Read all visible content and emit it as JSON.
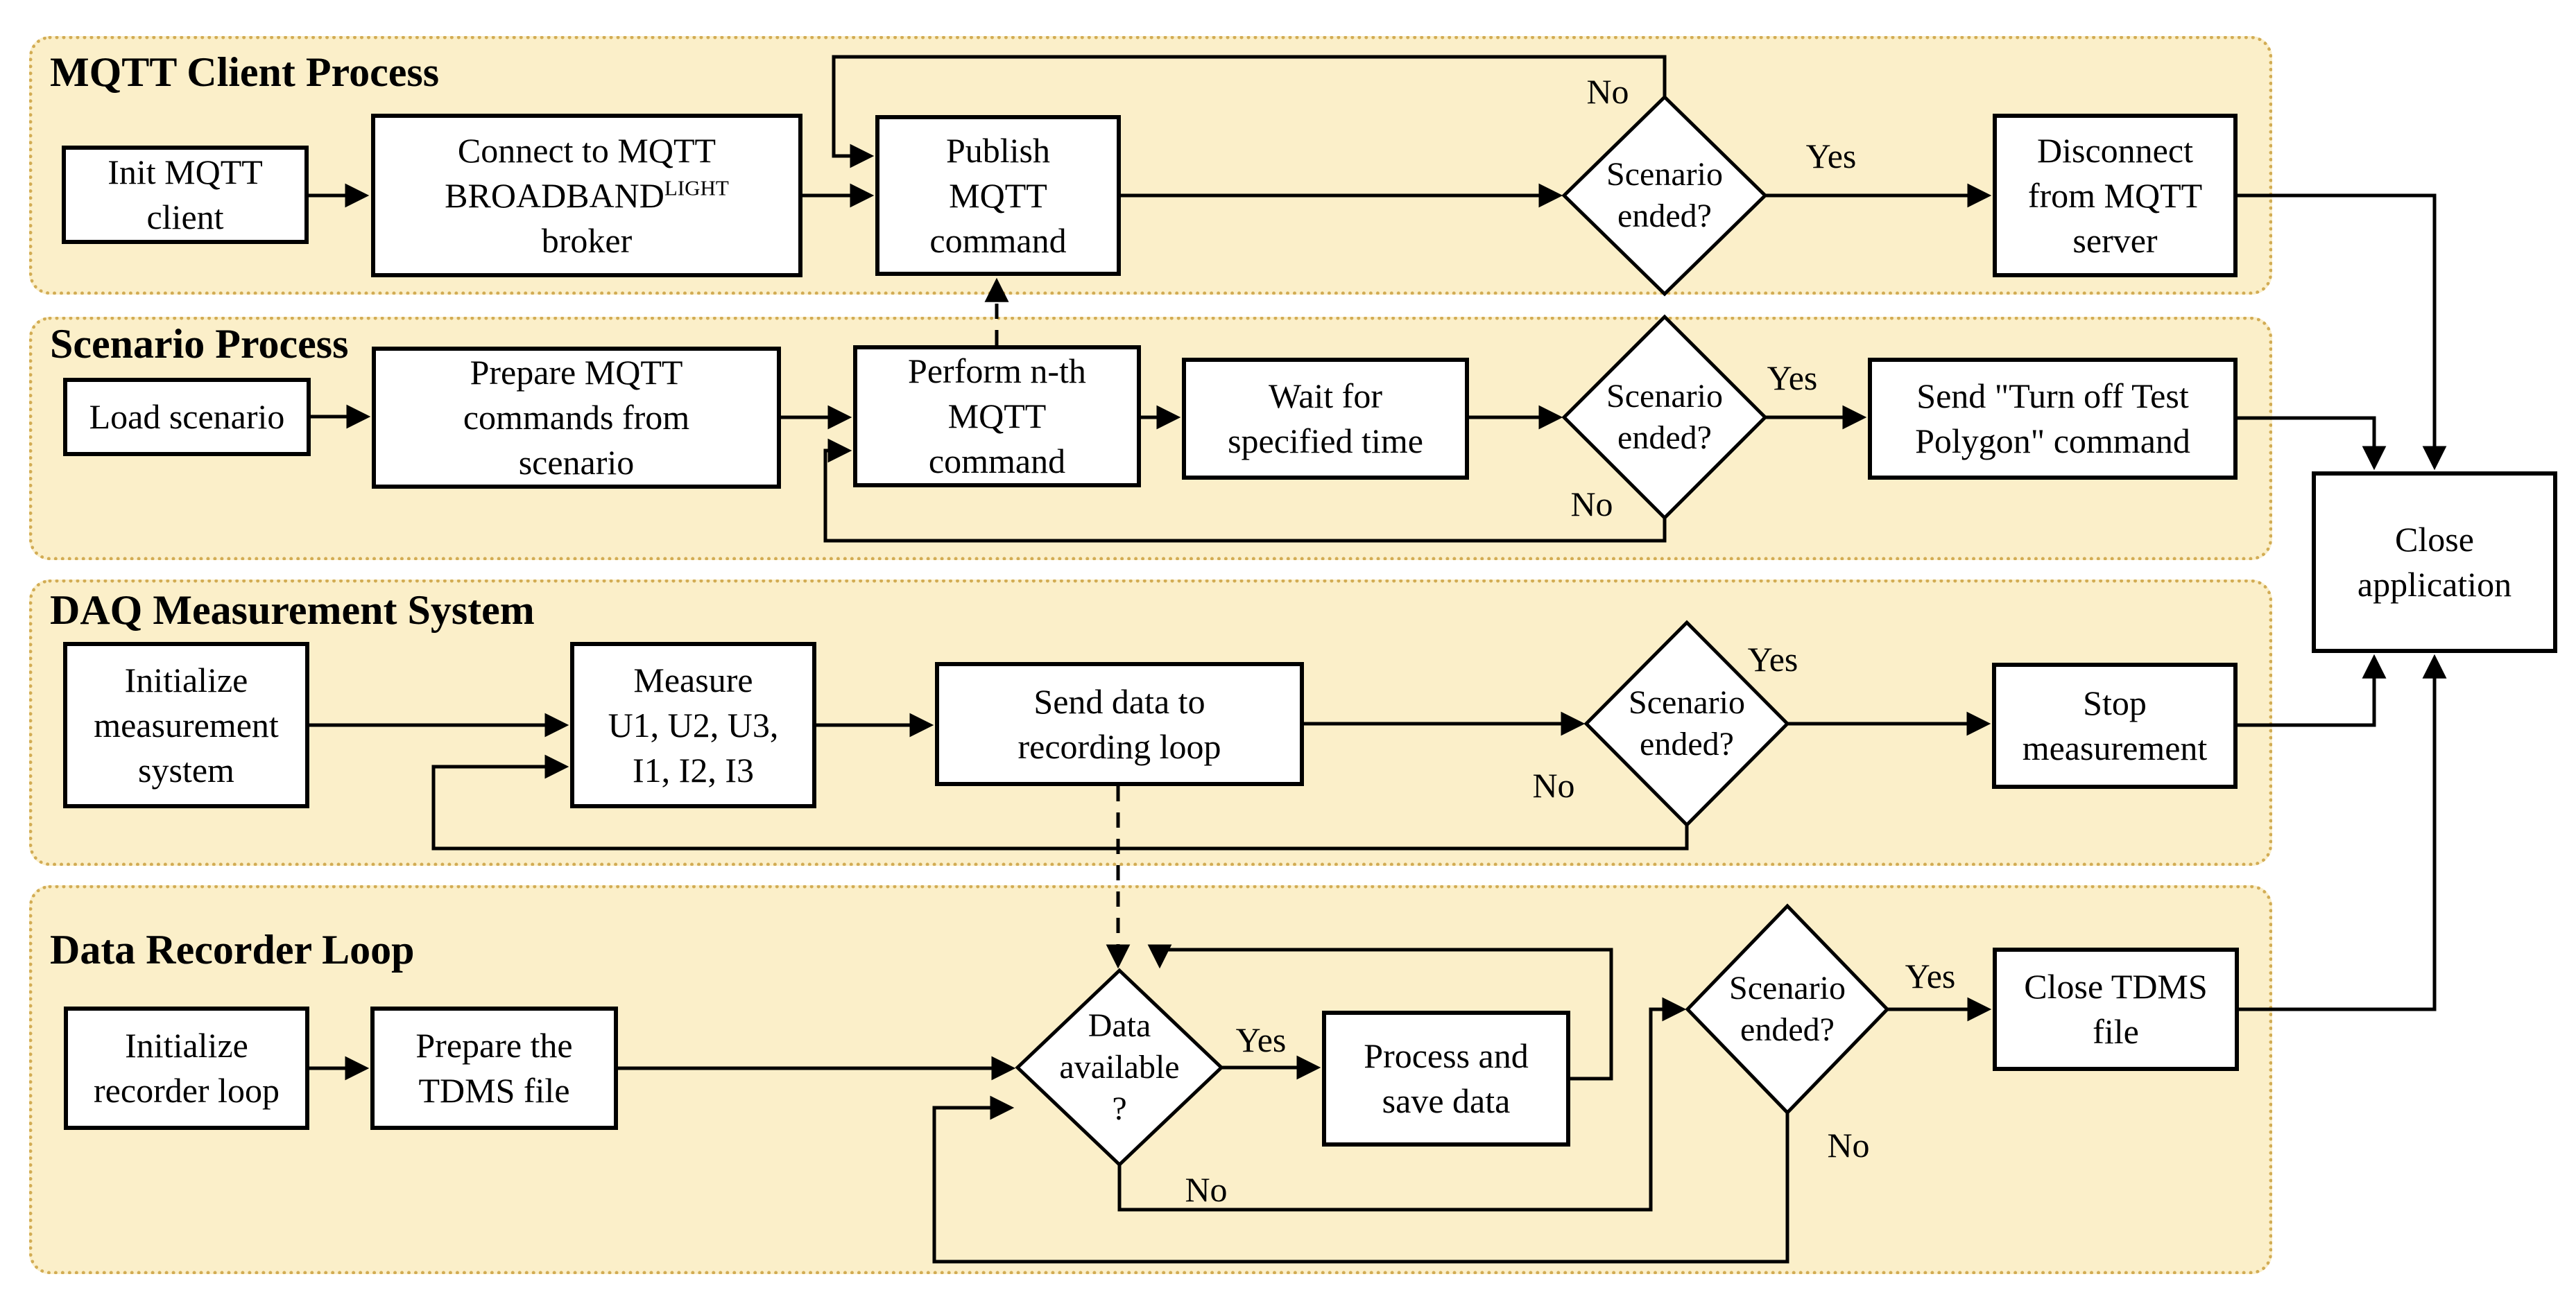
{
  "colors": {
    "background": "#ffffff",
    "lane_background": "#FBEFC9",
    "lane_border": "#D2AC54",
    "box_background": "#ffffff",
    "box_border": "#000000",
    "line": "#000000",
    "text": "#000000"
  },
  "labels": {
    "yes": "Yes",
    "no": "No"
  },
  "lanes": [
    {
      "title": "MQTT Client Process",
      "nodes": {
        "init_mqtt": "Init MQTT\nclient",
        "connect_line1": "Connect to MQTT",
        "connect_base": "BROADBAND",
        "connect_sup": "LIGHT",
        "connect_line3": "broker",
        "publish": "Publish\nMQTT\ncommand",
        "scenario_ended": "Scenario\nended?",
        "disconnect": "Disconnect\nfrom MQTT\nserver"
      }
    },
    {
      "title": "Scenario Process",
      "nodes": {
        "load_scenario": "Load scenario",
        "prepare_commands": "Prepare MQTT\ncommands from\nscenario",
        "perform_nth": "Perform n-th\nMQTT\ncommand",
        "wait": "Wait for\nspecified time",
        "scenario_ended": "Scenario\nended?",
        "send_turn_off": "Send \"Turn off Test\nPolygon\" command"
      }
    },
    {
      "title": "DAQ Measurement System",
      "nodes": {
        "initialize_measurement": "Initialize\nmeasurement\nsystem",
        "measure": "Measure\nU1, U2, U3,\nI1, I2, I3",
        "send_data": "Send data to\nrecording loop",
        "scenario_ended": "Scenario\nended?",
        "stop_measurement": "Stop\nmeasurement"
      }
    },
    {
      "title": "Data Recorder Loop",
      "nodes": {
        "initialize_recorder": "Initialize\nrecorder loop",
        "prepare_tdms": "Prepare the\nTDMS file",
        "data_available": "Data\navailable\n?",
        "process_save": "Process and\nsave data",
        "scenario_ended": "Scenario\nended?",
        "close_tdms": "Close TDMS\nfile"
      }
    }
  ],
  "close_application": "Close\napplication"
}
